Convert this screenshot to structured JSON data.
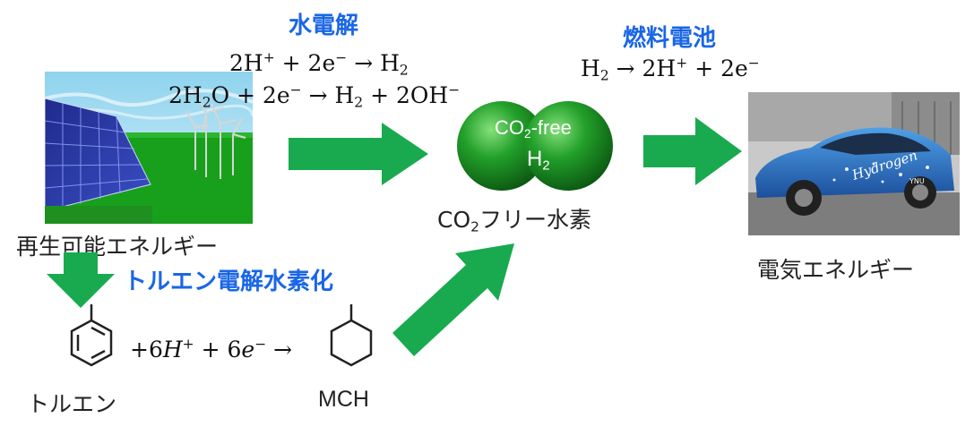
{
  "electrolysis": {
    "title": "水電解",
    "eq1": {
      "left": "2H",
      "sup1": "+",
      "mid": " + 2e",
      "sup2": "−",
      "right": " → H",
      "sub1": "2"
    },
    "eq2": {
      "a": "2H",
      "sub1": "2",
      "b": "O + 2e",
      "sup1": "−",
      "c": " → H",
      "sub2": "2",
      "d": " + 2OH",
      "sup2": "−"
    }
  },
  "fuel_cell": {
    "title": "燃料電池",
    "eq": {
      "a": "H",
      "sub1": "2",
      "b": " → 2H",
      "sup1": "+",
      "c": " + 2e",
      "sup2": "−"
    }
  },
  "renewable": {
    "label": "再生可能エネルギー"
  },
  "hydrogen": {
    "ball_text_co": "CO",
    "ball_text_sub": "2",
    "ball_text_free": "-free",
    "ball_h": "H",
    "ball_h_sub": "2",
    "label_co": "CO",
    "label_sub": "2",
    "label_rest": "フリー水素"
  },
  "electric": {
    "label": "電気エネルギー"
  },
  "toluene_process": {
    "title": "トルエン電解水素化",
    "eq": {
      "a": "+6",
      "b": "H",
      "sup1": "+",
      "c": " + 6",
      "d": "e",
      "sup2": "−",
      "e": " →"
    },
    "toluene_label": "トルエン",
    "mch_label": "MCH"
  },
  "car": {
    "badge_text": "Hydrogen",
    "badge_small": "YNU"
  },
  "colors": {
    "arrow_green": "#19aa50",
    "title_blue": "#1a66e6",
    "sphere_green": "#22a02a"
  }
}
